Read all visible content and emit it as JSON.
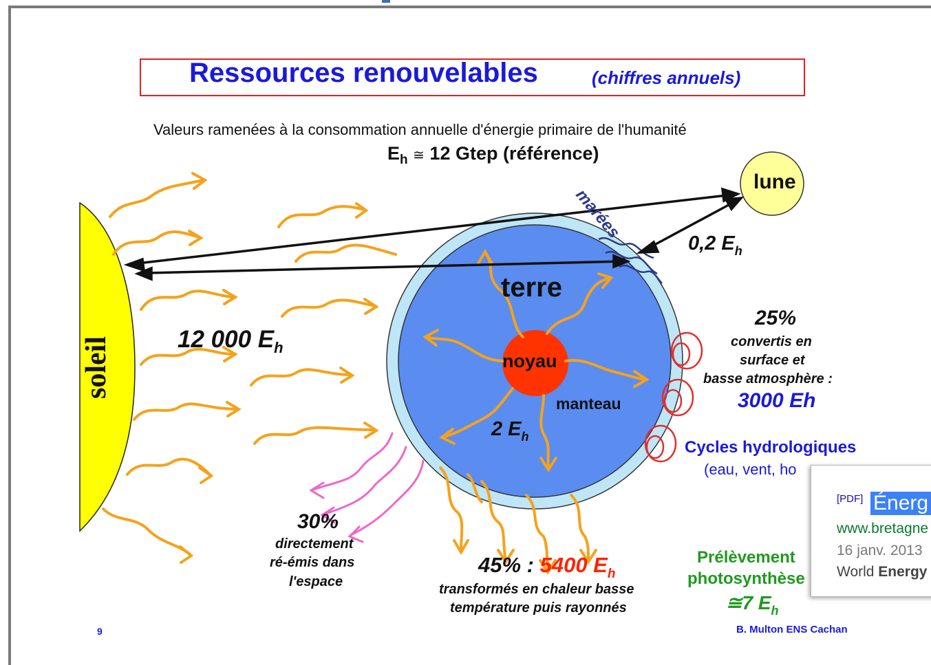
{
  "title": {
    "main": "Ressources renouvelables",
    "sub": "(chiffres annuels)"
  },
  "subtitle": "Valeurs ramenées à la consommation annuelle d'énergie primaire de l'humanité",
  "reference": {
    "symbol": "E",
    "index": "h",
    "approx": "≅",
    "text": "12 Gtep (référence)"
  },
  "labels": {
    "soleil": "soleil",
    "lune": "lune",
    "terre": "terre",
    "noyau": "noyau",
    "manteau": "manteau",
    "marees": "marées",
    "sun_energy": "12 000 E",
    "sun_energy_index": "h",
    "tidal": "0,2 E",
    "tidal_index": "h",
    "geothermal": "2 E",
    "geothermal_index": "h",
    "reflected_pct": "30%",
    "reflected_text_1": "directement",
    "reflected_text_2": "ré-émis dans",
    "reflected_text_3": "l'espace",
    "heat_pct": "45% :",
    "heat_value": "5400 E",
    "heat_index": "h",
    "heat_text_1": "transformés en chaleur basse",
    "heat_text_2": "température puis rayonnés",
    "converted_pct": "25%",
    "converted_text_1": "convertis en",
    "converted_text_2": "surface et",
    "converted_text_3": "basse atmosphère :",
    "converted_value": "3000 Eh",
    "cycles_title": "Cycles hydrologiques",
    "cycles_sub": "(eau, vent, ho",
    "photo_1": "Prélèvement",
    "photo_2": "photosynthèse",
    "photo_value": "≅7 E",
    "photo_index": "h",
    "page_number": "9",
    "author": "B. Multon ENS Cachan"
  },
  "popup": {
    "tag": "[PDF]",
    "title": "Énerg",
    "url": "www.bretagne",
    "date": "16 janv. 2013",
    "snippet_prefix": "World ",
    "snippet_bold": "Energy"
  },
  "colors": {
    "title_blue": "#1a1adb",
    "title_border": "#e02020",
    "sun": "#ffff00",
    "moon": "#ffff99",
    "earth": "#5b8cf0",
    "atmosphere": "#bfe6f7",
    "core": "#ff3300",
    "ray_orange": "#f5a21b",
    "ray_pink": "#ee66cc",
    "green": "#1f9a1f",
    "red_value": "#ff2200"
  }
}
